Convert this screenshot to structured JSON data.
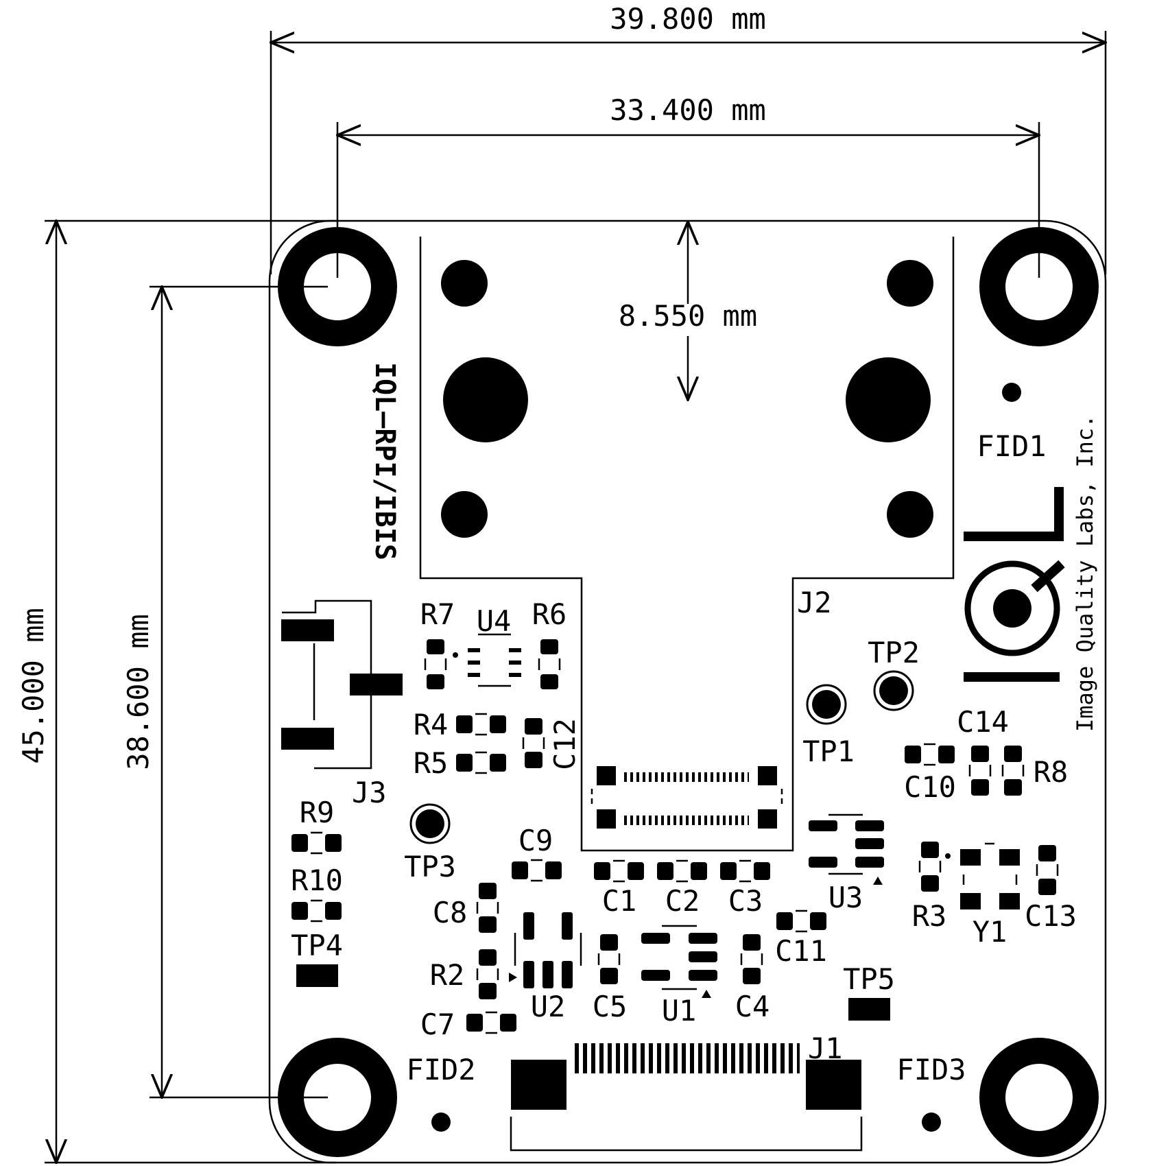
{
  "dimensions": {
    "board_width": "39.800 mm",
    "hole_spacing_x": "33.400 mm",
    "connector_offset": "8.550 mm",
    "board_height": "45.000 mm",
    "hole_spacing_y": "38.600 mm"
  },
  "board_title": "IQL–RPI/IBIS",
  "logo_text": "Image Quality Labs, Inc.",
  "refs": {
    "J1": "J1",
    "J2": "J2",
    "J3": "J3",
    "U1": "U1",
    "U2": "U2",
    "U3": "U3",
    "U4": "U4",
    "R2": "R2",
    "R3": "R3",
    "R4": "R4",
    "R5": "R5",
    "R6": "R6",
    "R7": "R7",
    "R8": "R8",
    "R9": "R9",
    "R10": "R10",
    "C1": "C1",
    "C2": "C2",
    "C3": "C3",
    "C4": "C4",
    "C5": "C5",
    "C7": "C7",
    "C8": "C8",
    "C9": "C9",
    "C10": "C10",
    "C11": "C11",
    "C12": "C12",
    "C13": "C13",
    "C14": "C14",
    "TP1": "TP1",
    "TP2": "TP2",
    "TP3": "TP3",
    "TP4": "TP4",
    "TP5": "TP5",
    "Y1": "Y1",
    "FID1": "FID1",
    "FID2": "FID2",
    "FID3": "FID3"
  }
}
